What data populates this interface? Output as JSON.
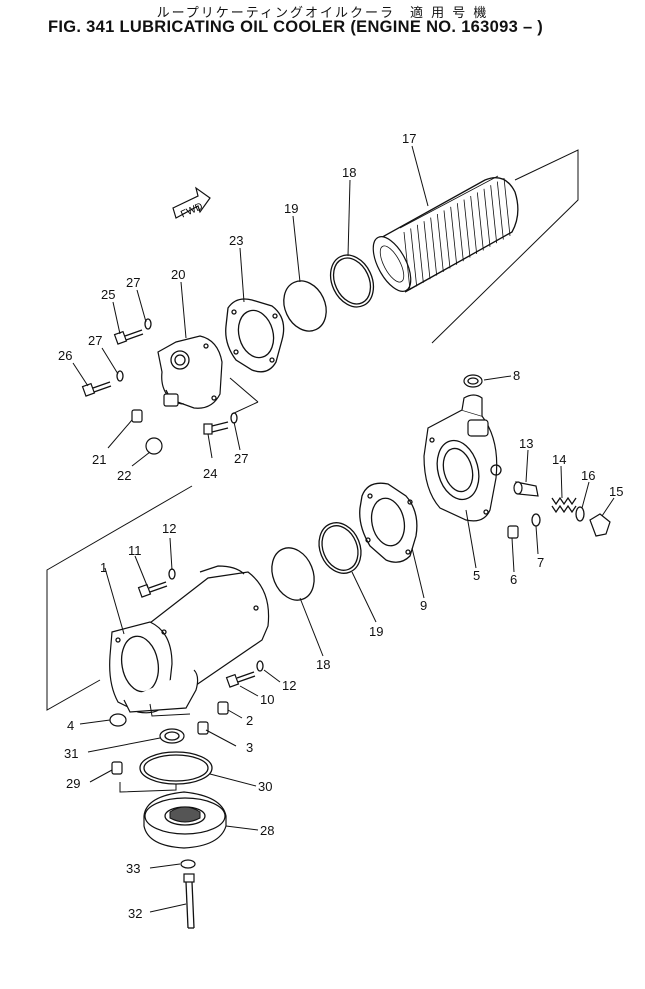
{
  "title": {
    "japanese": "ループリケーティングオイルクーラ　適 用 号 機",
    "main": "FIG. 341  LUBRICATING OIL COOLER (ENGINE NO. 163093 –  )"
  },
  "fwd_label": "FWD",
  "callouts": {
    "c1": "1",
    "c2": "2",
    "c3": "3",
    "c4": "4",
    "c5": "5",
    "c6": "6",
    "c7": "7",
    "c8": "8",
    "c9": "9",
    "c10": "10",
    "c11": "11",
    "c12a": "12",
    "c12b": "12",
    "c13": "13",
    "c14": "14",
    "c15": "15",
    "c16": "16",
    "c17": "17",
    "c18a": "18",
    "c18b": "18",
    "c19a": "19",
    "c19b": "19",
    "c20": "20",
    "c21": "21",
    "c22": "22",
    "c23": "23",
    "c24": "24",
    "c25": "25",
    "c26": "26",
    "c27a": "27",
    "c27b": "27",
    "c27c": "27",
    "c28": "28",
    "c29": "29",
    "c30": "30",
    "c31": "31",
    "c32": "32",
    "c33": "33"
  }
}
